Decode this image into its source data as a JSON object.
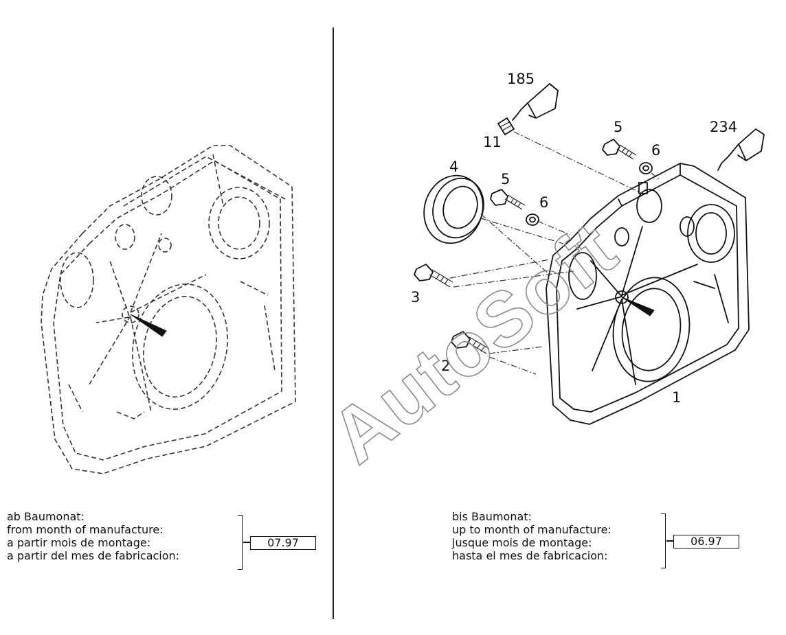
{
  "watermark": "AutoSoft",
  "callouts": {
    "c185": "185",
    "c234": "234",
    "c11": "11",
    "c5a": "5",
    "c6a": "6",
    "c4": "4",
    "c5b": "5",
    "c6b": "6",
    "c3": "3",
    "c2": "2",
    "c1": "1"
  },
  "left_note": {
    "lines": [
      "ab Baumonat:",
      "from month of manufacture:",
      "a partir mois de montage:",
      "a partir del mes de fabricacion:"
    ],
    "date": "07.97"
  },
  "right_note": {
    "lines": [
      "bis Baumonat:",
      "up to month of manufacture:",
      "jusque mois de montage:",
      "hasta el mes de fabricacion:"
    ],
    "date": "06.97"
  }
}
